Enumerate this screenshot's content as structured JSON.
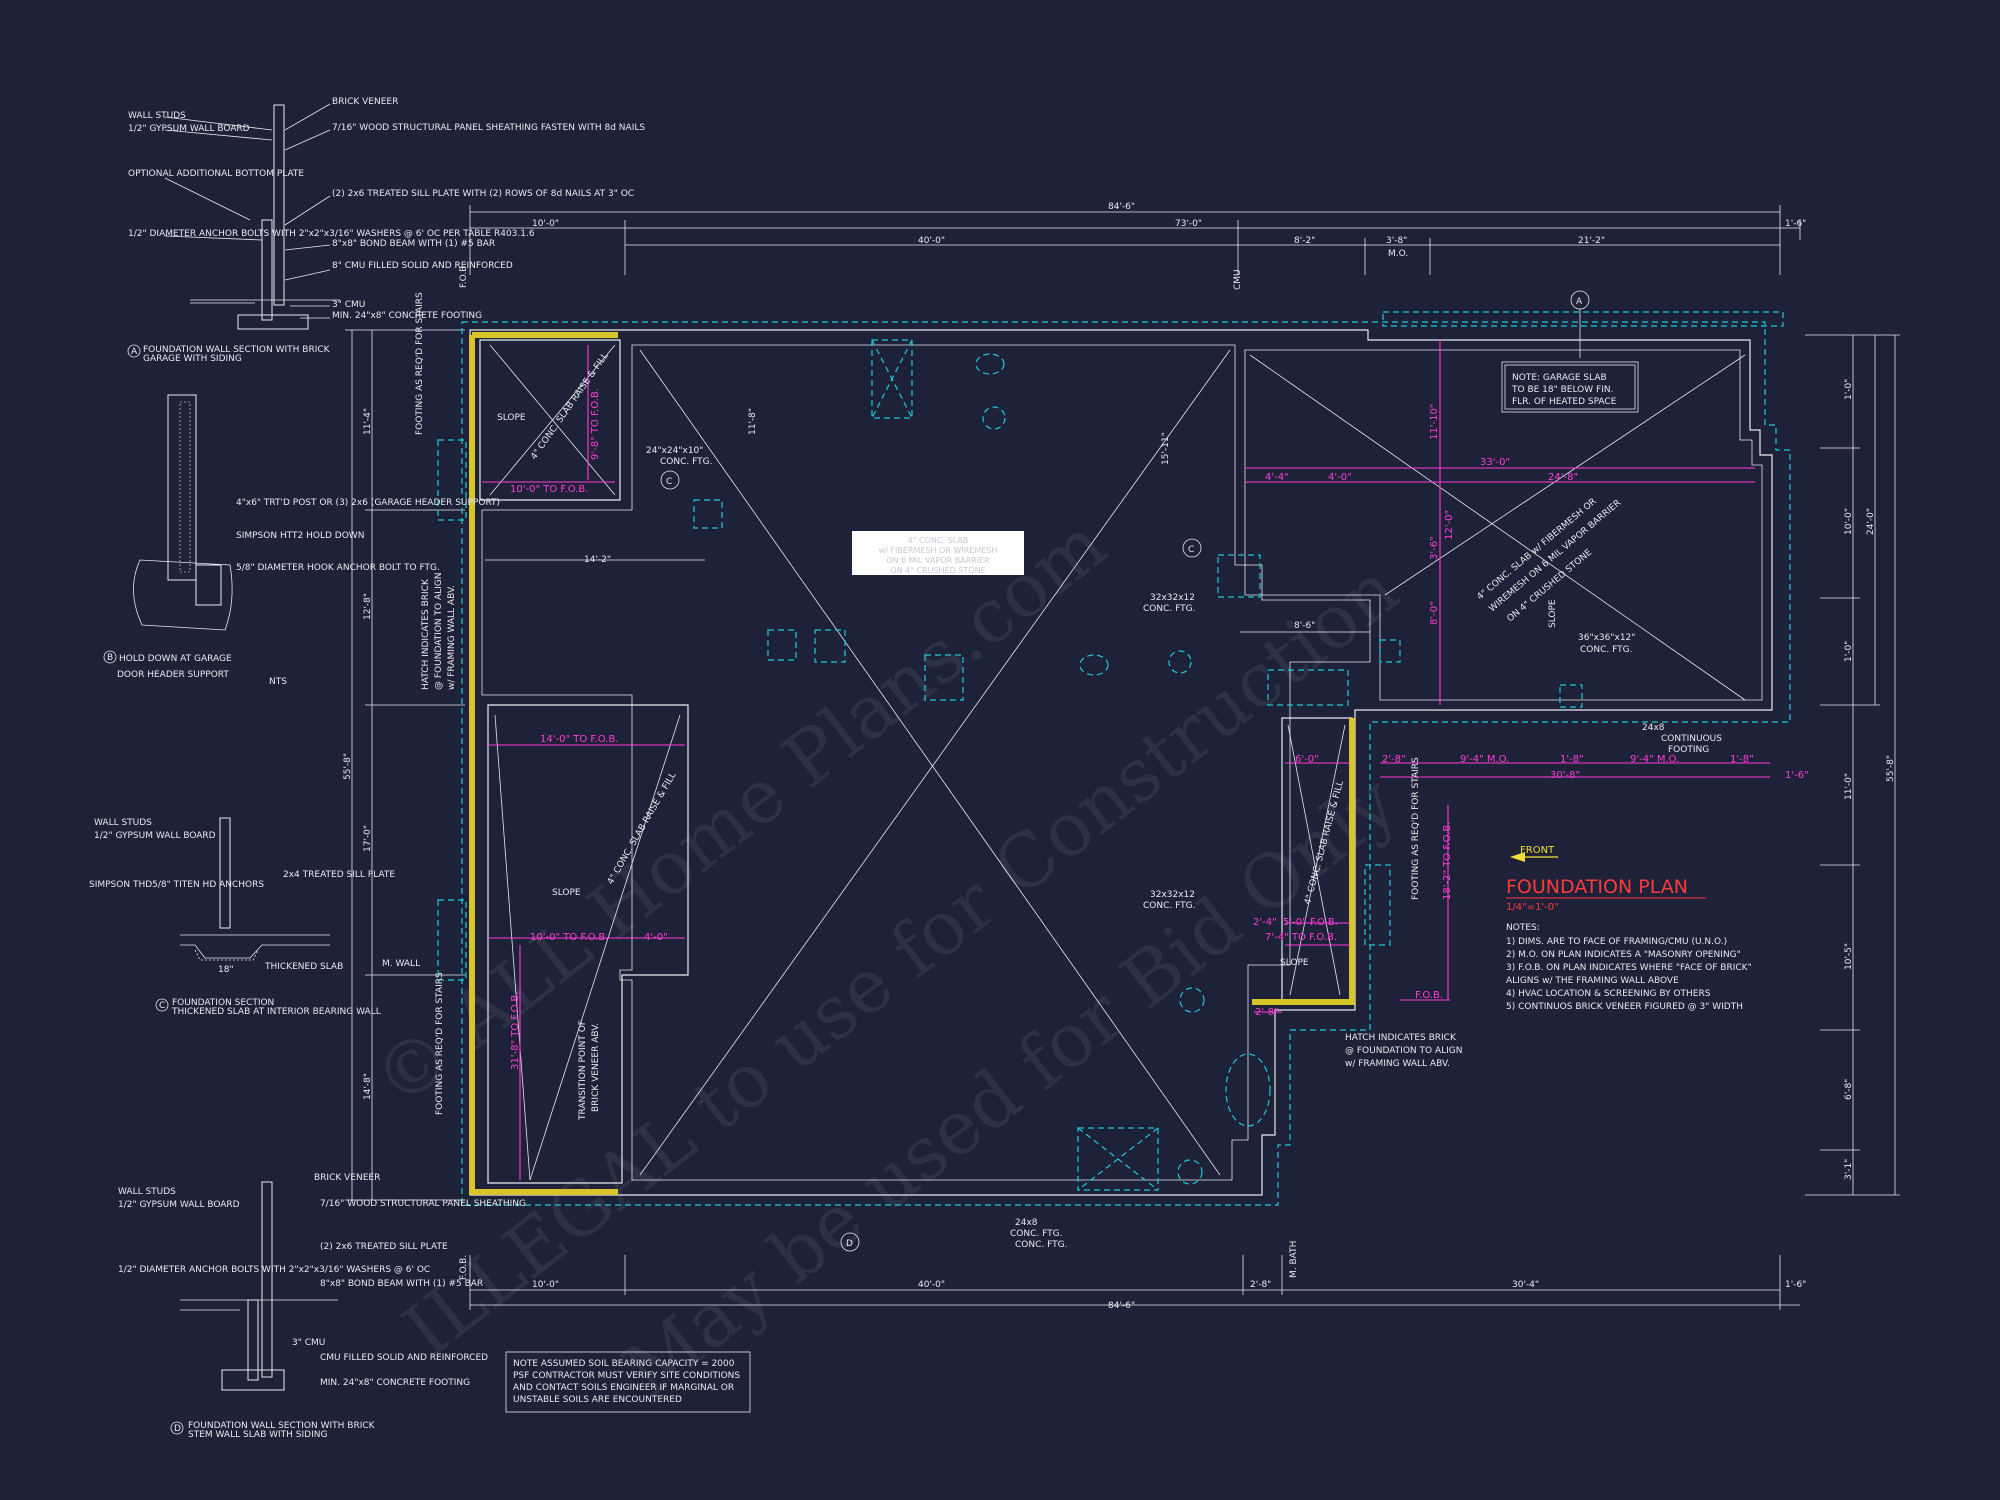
{
  "watermark": {
    "line1": "© ALL Home Plans.com",
    "line2": "ILLEGAL to use for Construction",
    "line3": "May be used for Bid Only"
  },
  "plan": {
    "title": "FOUNDATION PLAN",
    "scale": "1/4\"=1'-0\"",
    "front_label": "FRONT",
    "notes_title": "NOTES:",
    "notes": [
      "1)  DIMS. ARE TO FACE OF FRAMING/CMU (U.N.O.)",
      "2) M.O. ON PLAN INDICATES A \"MASONRY OPENING\"",
      "3) F.O.B. ON PLAN INDICATES WHERE \"FACE OF BRICK\"",
      "    ALIGNS w/ THE FRAMING WALL ABOVE",
      "4) HVAC LOCATION & SCREENING BY OTHERS",
      "5) CONTINUOS BRICK VENEER FIGURED @ 3\" WIDTH"
    ],
    "soil_note": [
      "NOTE ASSUMED SOIL BEARING CAPACITY = 2000",
      "PSF CONTRACTOR MUST VERIFY SITE CONDITIONS",
      "AND CONTACT SOILS ENGINEER IF MARGINAL OR",
      "UNSTABLE SOILS ARE ENCOUNTERED"
    ],
    "garage_note": [
      "NOTE: GARAGE SLAB",
      "TO BE 18\" BELOW FIN.",
      "FLR. OF HEATED SPACE"
    ],
    "center_note": [
      "4\" CONC. SLAB",
      "w/ FIBERMESH OR WIREMESH",
      "ON 6 MIL VAPOR BARRIER",
      "ON 4\" CRUSHED STONE"
    ]
  },
  "dimensions": {
    "top_overall": "84'-6\"",
    "top_1": "10'-0\"",
    "top_2": "73'-0\"",
    "top_3": "40'-0\"",
    "top_4": "8'-2\"",
    "top_5": "3'-8\"",
    "top_5b": "M.O.",
    "top_6": "21'-2\"",
    "top_7": "1'-6\"",
    "bot_overall": "84'-6\"",
    "bot_1": "10'-0\"",
    "bot_2": "40'-0\"",
    "bot_3": "2'-8\"",
    "bot_4": "30'-4\"",
    "bot_5": "1'-6\"",
    "left_overall": "55'-8\"",
    "left_1": "11'-4\"",
    "left_2": "12'-8\"",
    "left_3": "17'-0\"",
    "left_4": "14'-8\"",
    "right_overall": "55'-8\"",
    "right_1": "1'-0\"",
    "right_2": "10'-0\"",
    "right_3": "24'-0\"",
    "right_4": "1'-0\"",
    "right_5": "11'-0\"",
    "right_6": "10'-5\"",
    "right_7": "6'-8\"",
    "right_8": "3'-1\"",
    "fob": "F.O.B.",
    "cmu": "CMU",
    "mwall": "M. WALL",
    "mbath": "M. BATH"
  },
  "labels": {
    "slope": "SLOPE",
    "conc_slab_raise": "4\" CONC. SLAB RAISE & FILL",
    "ten_fob": "10'-0\" TO F.O.B.",
    "nine_fob": "9'-8\" TO F.O.B.",
    "fourteen_fob": "14'-0\" TO F.O.B.",
    "thirtyone_fob": "31'-8\" TO F.O.B.",
    "eighteen_fob": "18'-2\" TO F.O.B.",
    "five_fob": "5'-0\" F.O.B.",
    "seven_fob": "7'-4\" TO F.O.B.",
    "four_zero": "4'-0\"",
    "two_four": "2'-4\"",
    "six_zero": "6'-0\"",
    "ftg_24": "24\"x24\"x10\"",
    "conc_ftg": "CONC. FTG.",
    "ftg_32": "32x32x12",
    "ftg_36": "36\"x36\"x12\"",
    "footing_24x8": "24x8",
    "cont_footing": "CONTINUOUS",
    "footing_word": "FOOTING",
    "fourteen_two": "14'-2\"",
    "eleven_eight": "11'-8\"",
    "fifteen_ten": "15'-11\"",
    "eight_six": "8'-6\"",
    "thirtythree": "33'-0\"",
    "four_four": "4'-4\"",
    "four_zero_b": "4'-0\"",
    "twentyfour_eight": "24'-8\"",
    "eleven_ten": "11'-10\"",
    "three_six": "3'-6\"",
    "eight_zero": "8'-0\"",
    "twelve_zero": "12'-0\"",
    "two_eight": "2'-8\"",
    "nine_four_mo": "9'-4\" M.O.",
    "one_eight": "1'-8\"",
    "thirty_eight": "30'-8\"",
    "one_six": "1'-6\"",
    "footing_stairs": "FOOTING AS REQ'D FOR STAIRS",
    "hatch_brick": [
      "HATCH INDICATES BRICK",
      "@ FOUNDATION TO ALIGN",
      "w/ FRAMING WALL ABV."
    ],
    "transition": [
      "TRANSITION POINT OF",
      "BRICK VENEER ABV."
    ],
    "garage_slab_diag": [
      "4\" CONC. SLAB w/ FIBERMESH OR",
      "WIREMESH ON 6 MIL VAPOR BARRIER",
      "ON 4\" CRUSHED STONE"
    ],
    "marker_a": "A",
    "marker_c": "C",
    "marker_d": "D"
  },
  "details": {
    "a_title": "FOUNDATION WALL SECTION WITH BRICK",
    "a_sub": "GARAGE WITH SIDING",
    "a_tag": "A",
    "a_labels_left": [
      "WALL STUDS",
      "1/2\" GYPSUM WALL BOARD",
      "OPTIONAL ADDITIONAL BOTTOM PLATE",
      "1/2\" DIAMETER ANCHOR BOLTS WITH 2\"x2\"x3/16\" WASHERS @ 6' OC PER TABLE R403.1.6"
    ],
    "a_labels_right": [
      "BRICK VENEER",
      "7/16\" WOOD STRUCTURAL PANEL SHEATHING FASTEN WITH 8d NAILS",
      "(2) 2x6 TREATED SILL PLATE WITH (2) ROWS OF 8d NAILS AT 3\" OC",
      "8\"x8\" BOND BEAM WITH (1) #5 BAR",
      "8\" CMU FILLED SOLID AND REINFORCED",
      "3\" CMU",
      "MIN. 24\"x8\" CONCRETE FOOTING"
    ],
    "b_title_1": "HOLD DOWN AT GARAGE",
    "b_title_2": "DOOR HEADER SUPPORT",
    "b_tag": "B",
    "b_scale": "NTS",
    "b_labels": [
      "4\"x6\" TRT'D POST OR (3) 2x6 (GARAGE HEADER SUPPORT)",
      "SIMPSON HTT2 HOLD DOWN",
      "5/8\" DIAMETER HOOK ANCHOR BOLT TO FTG."
    ],
    "c_title": "FOUNDATION SECTION",
    "c_sub": "THICKENED SLAB AT INTERIOR BEARING WALL",
    "c_tag": "C",
    "c_labels": [
      "WALL STUDS",
      "1/2\" GYPSUM WALL BOARD",
      "SIMPSON THD5/8\" TITEN HD ANCHORS",
      "2x4 TREATED SILL PLATE",
      "THICKENED SLAB",
      "18\""
    ],
    "d_title": "FOUNDATION WALL SECTION WITH BRICK",
    "d_sub": "STEM WALL SLAB WITH SIDING",
    "d_tag": "D",
    "d_labels_left": [
      "WALL STUDS",
      "1/2\" GYPSUM WALL BOARD",
      "1/2\" DIAMETER ANCHOR BOLTS WITH 2\"x2\"x3/16\" WASHERS @ 6' OC"
    ],
    "d_labels_right": [
      "BRICK VENEER",
      "7/16\" WOOD STRUCTURAL PANEL SHEATHING",
      "(2) 2x6 TREATED SILL PLATE",
      "8\"x8\" BOND BEAM WITH (1) #5 BAR",
      "3\" CMU",
      "CMU FILLED SOLID AND REINFORCED",
      "MIN. 24\"x8\" CONCRETE FOOTING"
    ]
  },
  "colors": {
    "background": "#1e2238",
    "lines": "#e8e8f0",
    "footing": "#1fc7d4",
    "dimension_magenta": "#ff3bd8",
    "brick_hatch": "#d8c52a",
    "title_red": "#ff3a3a"
  }
}
